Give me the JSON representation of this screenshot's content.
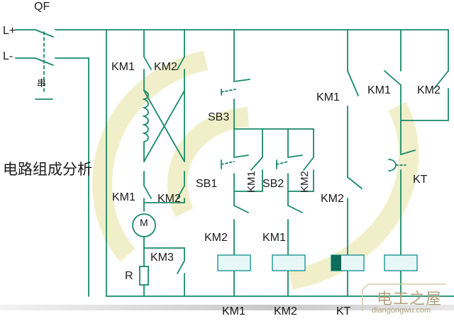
{
  "title": "电路组成分析",
  "labels": {
    "qf": "QF",
    "l_plus": "L+",
    "l_minus": "L-",
    "km1_a": "KM1",
    "km2_a": "KM2",
    "sb3": "SB3",
    "sb1": "SB1",
    "sb1_km1": "KM1",
    "sb2": "SB2",
    "sb2_km2": "KM2",
    "km1_b": "KM1",
    "km2_b": "KM2",
    "motor": "M",
    "km3": "KM3",
    "r": "R",
    "km2_coil_contact": "KM2",
    "km1_coil_contact": "KM1",
    "km1_c": "KM1",
    "km1_d": "KM1",
    "km2_c": "KM2",
    "km2_d": "KM2",
    "kt": "KT",
    "bot_km1": "KM1",
    "bot_km2": "KM2",
    "bot_kt": "KT",
    "ground_char": "串"
  },
  "watermark": {
    "main": "电工之屋",
    "sub": "diangongwu.com"
  },
  "colors": {
    "wire": "#1a8a6a",
    "coil_fill": "#e7f7f7",
    "coil_stroke": "#2a9a9a",
    "kt_coil_dark": "#0e6b5a",
    "logo": "#f1efc9"
  }
}
